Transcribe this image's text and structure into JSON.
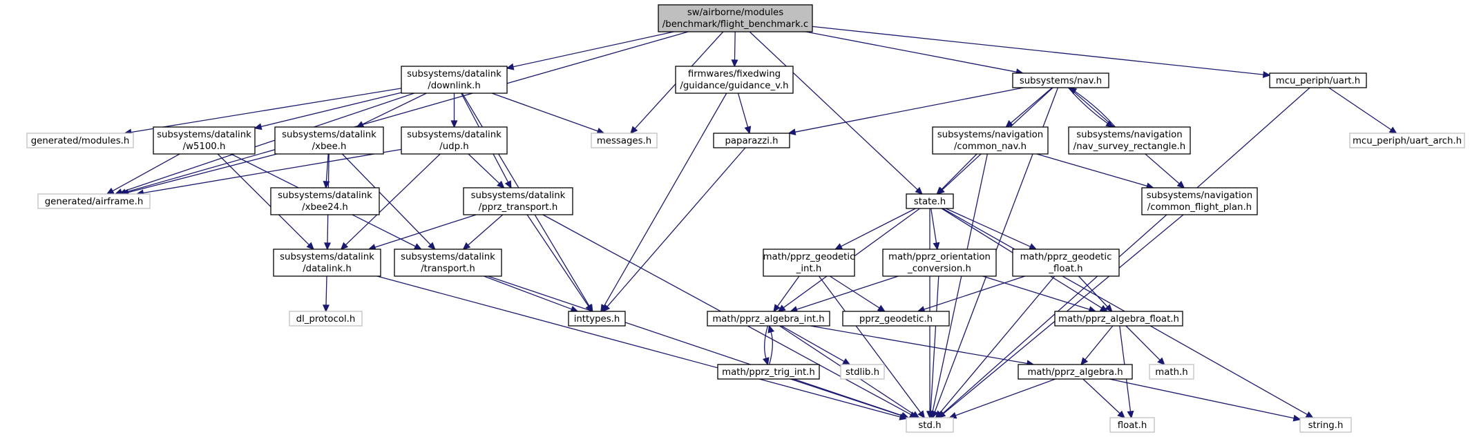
{
  "diagram": {
    "root": "sw/airborne/modules/benchmark/flight_benchmark.c",
    "nodes": [
      {
        "id": "flight_benchmark",
        "lines": [
          "sw/airborne/modules",
          "/benchmark/flight_benchmark.c"
        ],
        "style": "root"
      },
      {
        "id": "downlink",
        "lines": [
          "subsystems/datalink",
          "/downlink.h"
        ],
        "style": "normal"
      },
      {
        "id": "guidance_v",
        "lines": [
          "firmwares/fixedwing",
          "/guidance/guidance_v.h"
        ],
        "style": "normal"
      },
      {
        "id": "nav",
        "lines": [
          "subsystems/nav.h"
        ],
        "style": "normal"
      },
      {
        "id": "uart",
        "lines": [
          "mcu_periph/uart.h"
        ],
        "style": "normal"
      },
      {
        "id": "modules_gen",
        "lines": [
          "generated/modules.h"
        ],
        "style": "external"
      },
      {
        "id": "w5100",
        "lines": [
          "subsystems/datalink",
          "/w5100.h"
        ],
        "style": "normal"
      },
      {
        "id": "xbee",
        "lines": [
          "subsystems/datalink",
          "/xbee.h"
        ],
        "style": "normal"
      },
      {
        "id": "udp",
        "lines": [
          "subsystems/datalink",
          "/udp.h"
        ],
        "style": "normal"
      },
      {
        "id": "messages",
        "lines": [
          "messages.h"
        ],
        "style": "external"
      },
      {
        "id": "paparazzi",
        "lines": [
          "paparazzi.h"
        ],
        "style": "normal"
      },
      {
        "id": "common_nav",
        "lines": [
          "subsystems/navigation",
          "/common_nav.h"
        ],
        "style": "normal"
      },
      {
        "id": "nav_survey",
        "lines": [
          "subsystems/navigation",
          "/nav_survey_rectangle.h"
        ],
        "style": "normal"
      },
      {
        "id": "uart_arch",
        "lines": [
          "mcu_periph/uart_arch.h"
        ],
        "style": "external"
      },
      {
        "id": "airframe",
        "lines": [
          "generated/airframe.h"
        ],
        "style": "external"
      },
      {
        "id": "xbee24",
        "lines": [
          "subsystems/datalink",
          "/xbee24.h"
        ],
        "style": "normal"
      },
      {
        "id": "pprz_transport",
        "lines": [
          "subsystems/datalink",
          "/pprz_transport.h"
        ],
        "style": "normal"
      },
      {
        "id": "state",
        "lines": [
          "state.h"
        ],
        "style": "normal"
      },
      {
        "id": "common_flight_plan",
        "lines": [
          "subsystems/navigation",
          "/common_flight_plan.h"
        ],
        "style": "normal"
      },
      {
        "id": "datalink",
        "lines": [
          "subsystems/datalink",
          "/datalink.h"
        ],
        "style": "normal"
      },
      {
        "id": "transport",
        "lines": [
          "subsystems/datalink",
          "/transport.h"
        ],
        "style": "normal"
      },
      {
        "id": "geodetic_int",
        "lines": [
          "math/pprz_geodetic",
          "_int.h"
        ],
        "style": "normal"
      },
      {
        "id": "orientation_conv",
        "lines": [
          "math/pprz_orientation",
          "_conversion.h"
        ],
        "style": "normal"
      },
      {
        "id": "geodetic_float",
        "lines": [
          "math/pprz_geodetic",
          "_float.h"
        ],
        "style": "normal"
      },
      {
        "id": "dl_protocol",
        "lines": [
          "dl_protocol.h"
        ],
        "style": "external"
      },
      {
        "id": "inttypes",
        "lines": [
          "inttypes.h"
        ],
        "style": "normal"
      },
      {
        "id": "algebra_int",
        "lines": [
          "math/pprz_algebra_int.h"
        ],
        "style": "normal"
      },
      {
        "id": "pprz_geodetic",
        "lines": [
          "pprz_geodetic.h"
        ],
        "style": "normal"
      },
      {
        "id": "algebra_float",
        "lines": [
          "math/pprz_algebra_float.h"
        ],
        "style": "normal"
      },
      {
        "id": "stdlib",
        "lines": [
          "stdlib.h"
        ],
        "style": "external"
      },
      {
        "id": "trig_int",
        "lines": [
          "math/pprz_trig_int.h"
        ],
        "style": "normal"
      },
      {
        "id": "algebra",
        "lines": [
          "math/pprz_algebra.h"
        ],
        "style": "normal"
      },
      {
        "id": "math",
        "lines": [
          "math.h"
        ],
        "style": "external"
      },
      {
        "id": "std",
        "lines": [
          "std.h"
        ],
        "style": "external"
      },
      {
        "id": "float",
        "lines": [
          "float.h"
        ],
        "style": "external"
      },
      {
        "id": "string",
        "lines": [
          "string.h"
        ],
        "style": "external"
      }
    ],
    "edges": [
      [
        "flight_benchmark",
        "downlink"
      ],
      [
        "flight_benchmark",
        "guidance_v"
      ],
      [
        "flight_benchmark",
        "nav"
      ],
      [
        "flight_benchmark",
        "uart"
      ],
      [
        "flight_benchmark",
        "airframe"
      ],
      [
        "flight_benchmark",
        "messages"
      ],
      [
        "flight_benchmark",
        "state"
      ],
      [
        "downlink",
        "modules_gen"
      ],
      [
        "downlink",
        "airframe"
      ],
      [
        "downlink",
        "w5100"
      ],
      [
        "downlink",
        "xbee"
      ],
      [
        "downlink",
        "udp"
      ],
      [
        "downlink",
        "messages"
      ],
      [
        "downlink",
        "pprz_transport"
      ],
      [
        "downlink",
        "inttypes"
      ],
      [
        "guidance_v",
        "paparazzi"
      ],
      [
        "guidance_v",
        "inttypes"
      ],
      [
        "nav",
        "paparazzi"
      ],
      [
        "nav",
        "state"
      ],
      [
        "nav",
        "common_nav"
      ],
      [
        "nav",
        "nav_survey"
      ],
      [
        "nav",
        "common_flight_plan"
      ],
      [
        "nav",
        "std"
      ],
      [
        "uart",
        "uart_arch"
      ],
      [
        "uart",
        "std"
      ],
      [
        "w5100",
        "airframe"
      ],
      [
        "w5100",
        "datalink"
      ],
      [
        "w5100",
        "transport"
      ],
      [
        "xbee",
        "airframe"
      ],
      [
        "xbee",
        "xbee24"
      ],
      [
        "xbee",
        "datalink"
      ],
      [
        "xbee",
        "transport"
      ],
      [
        "udp",
        "airframe"
      ],
      [
        "udp",
        "pprz_transport"
      ],
      [
        "udp",
        "datalink"
      ],
      [
        "paparazzi",
        "inttypes"
      ],
      [
        "common_nav",
        "state"
      ],
      [
        "common_nav",
        "common_flight_plan"
      ],
      [
        "common_nav",
        "std"
      ],
      [
        "nav_survey",
        "nav"
      ],
      [
        "common_flight_plan",
        "std"
      ],
      [
        "pprz_transport",
        "datalink"
      ],
      [
        "pprz_transport",
        "transport"
      ],
      [
        "pprz_transport",
        "inttypes"
      ],
      [
        "pprz_transport",
        "std"
      ],
      [
        "datalink",
        "dl_protocol"
      ],
      [
        "datalink",
        "std"
      ],
      [
        "transport",
        "inttypes"
      ],
      [
        "transport",
        "std"
      ],
      [
        "state",
        "geodetic_int"
      ],
      [
        "state",
        "orientation_conv"
      ],
      [
        "state",
        "geodetic_float"
      ],
      [
        "state",
        "algebra_int"
      ],
      [
        "state",
        "algebra_float"
      ],
      [
        "state",
        "std"
      ],
      [
        "state",
        "string"
      ],
      [
        "geodetic_int",
        "algebra_int"
      ],
      [
        "geodetic_int",
        "pprz_geodetic"
      ],
      [
        "geodetic_int",
        "std"
      ],
      [
        "orientation_conv",
        "algebra_int"
      ],
      [
        "orientation_conv",
        "algebra_float"
      ],
      [
        "orientation_conv",
        "std"
      ],
      [
        "geodetic_float",
        "pprz_geodetic"
      ],
      [
        "geodetic_float",
        "algebra_float"
      ],
      [
        "geodetic_float",
        "std"
      ],
      [
        "algebra_int",
        "trig_int"
      ],
      [
        "algebra_int",
        "stdlib"
      ],
      [
        "algebra_int",
        "algebra"
      ],
      [
        "algebra_int",
        "std"
      ],
      [
        "trig_int",
        "algebra_int"
      ],
      [
        "trig_int",
        "std"
      ],
      [
        "algebra_float",
        "algebra"
      ],
      [
        "algebra_float",
        "math"
      ],
      [
        "algebra_float",
        "float"
      ],
      [
        "algebra",
        "std"
      ],
      [
        "algebra",
        "float"
      ],
      [
        "algebra",
        "string"
      ]
    ]
  }
}
